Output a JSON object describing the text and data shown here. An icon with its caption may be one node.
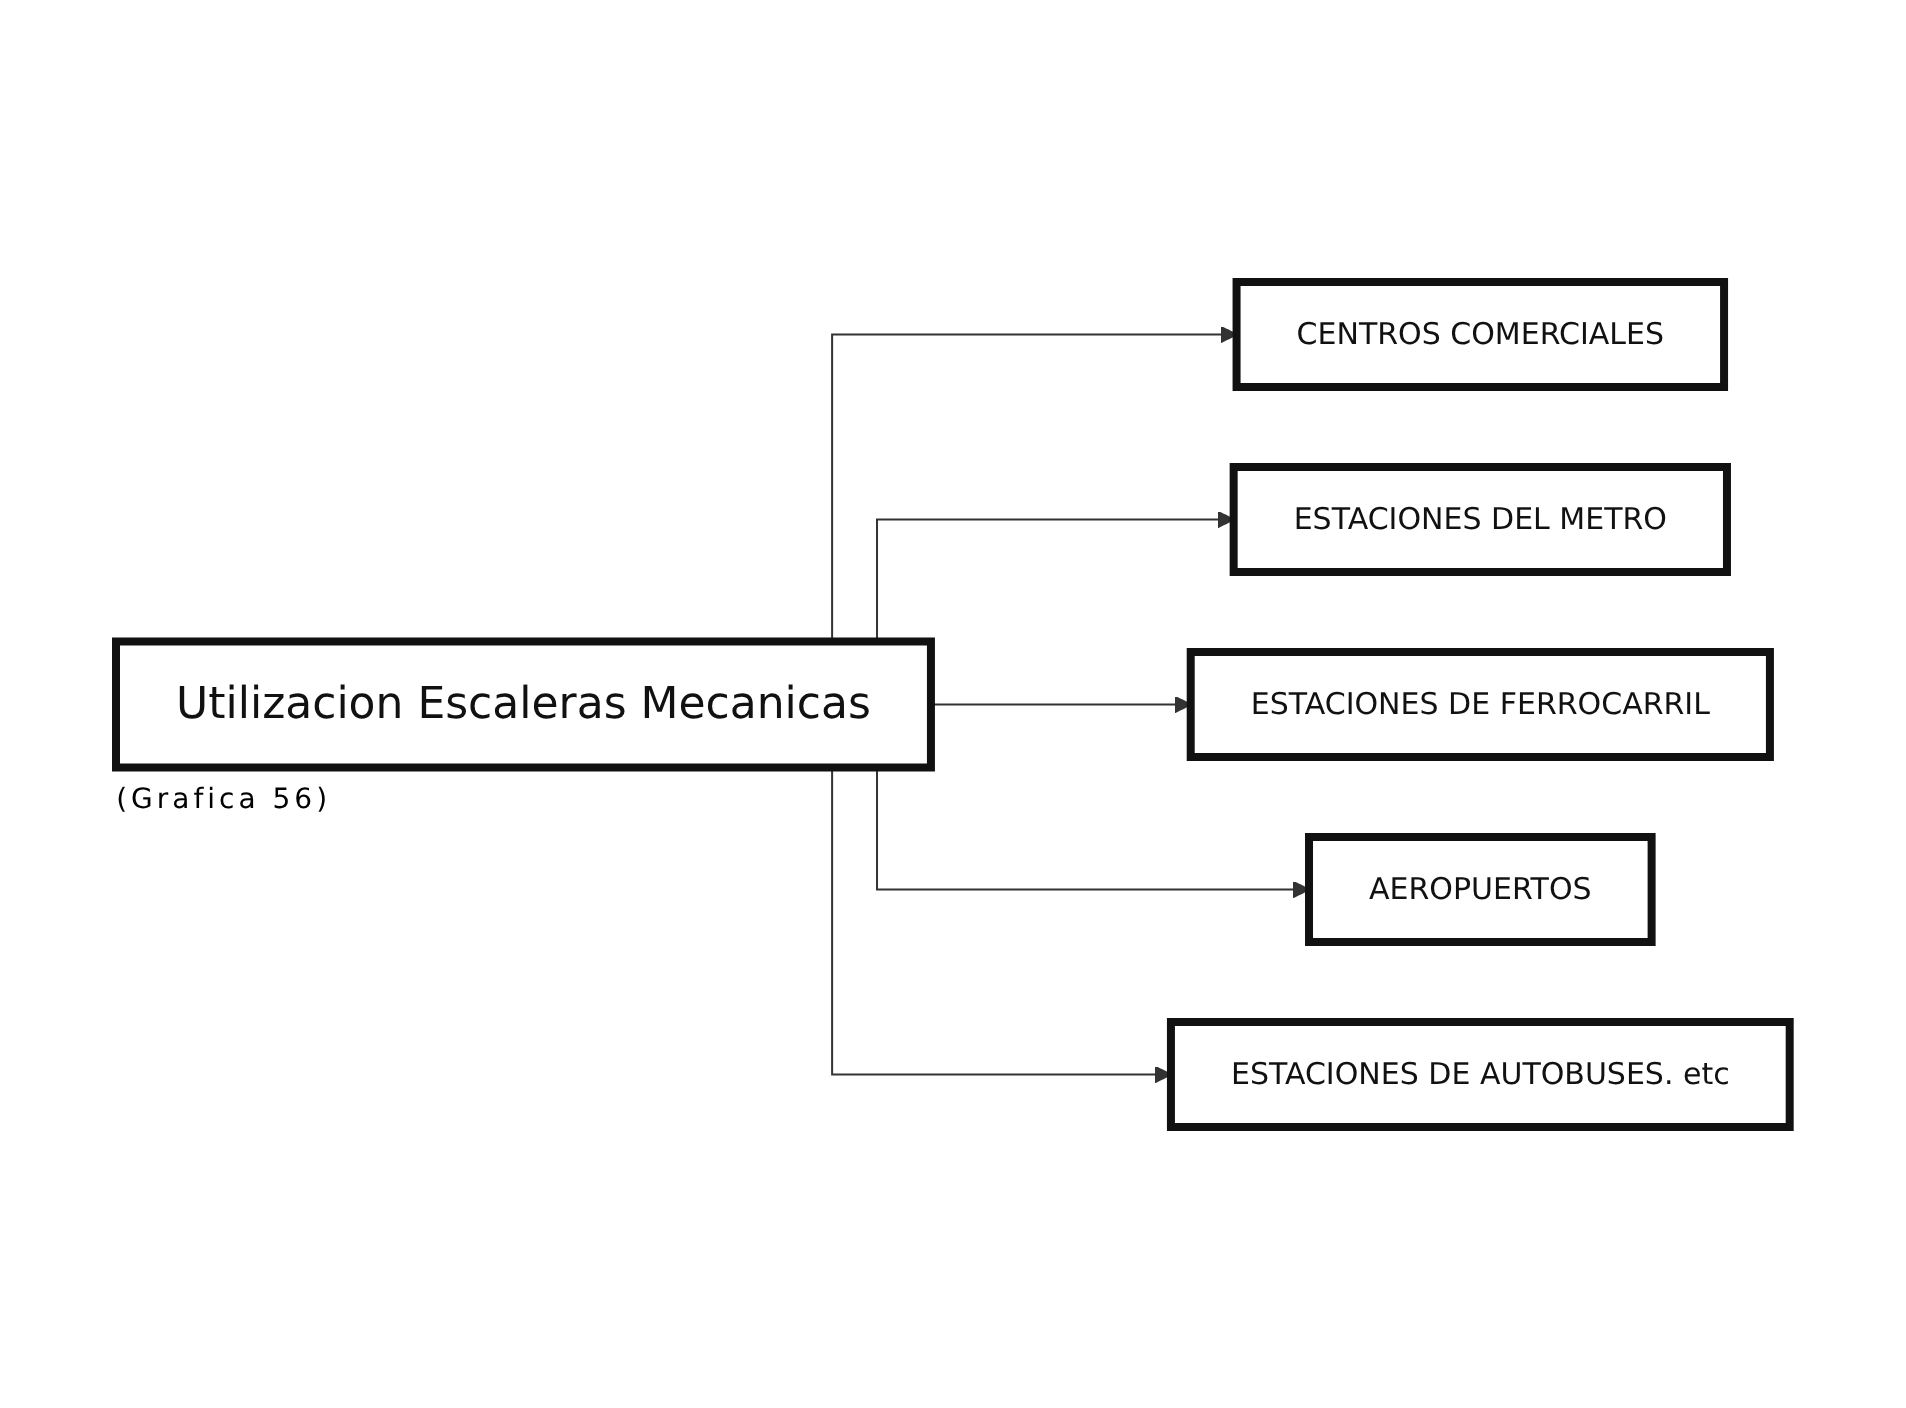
{
  "diagram": {
    "nodes": [
      {
        "text": [
          "Utilizacion Escaleras Mecanicas"
        ],
        "beside": [
          "(Grafica 56)"
        ]
      },
      {
        "text": [
          "CENTROS COMERCIALES"
        ]
      },
      {
        "text": [
          "ESTACIONES DEL METRO"
        ]
      },
      {
        "text": [
          "ESTACIONES DE FERROCARRIL"
        ]
      },
      {
        "text": [
          "AEROPUERTOS"
        ]
      },
      {
        "text": [
          "ESTACIONES DE AUTOBUSES. etc"
        ]
      }
    ],
    "edges": [
      {
        "from": 0,
        "to": 1,
        "arrow": "to"
      },
      {
        "from": 0,
        "to": 2,
        "arrow": "to"
      },
      {
        "from": 0,
        "to": 3,
        "arrow": "to"
      },
      {
        "from": 0,
        "to": 4,
        "arrow": "to"
      },
      {
        "from": 0,
        "to": 5,
        "arrow": "to"
      }
    ]
  }
}
